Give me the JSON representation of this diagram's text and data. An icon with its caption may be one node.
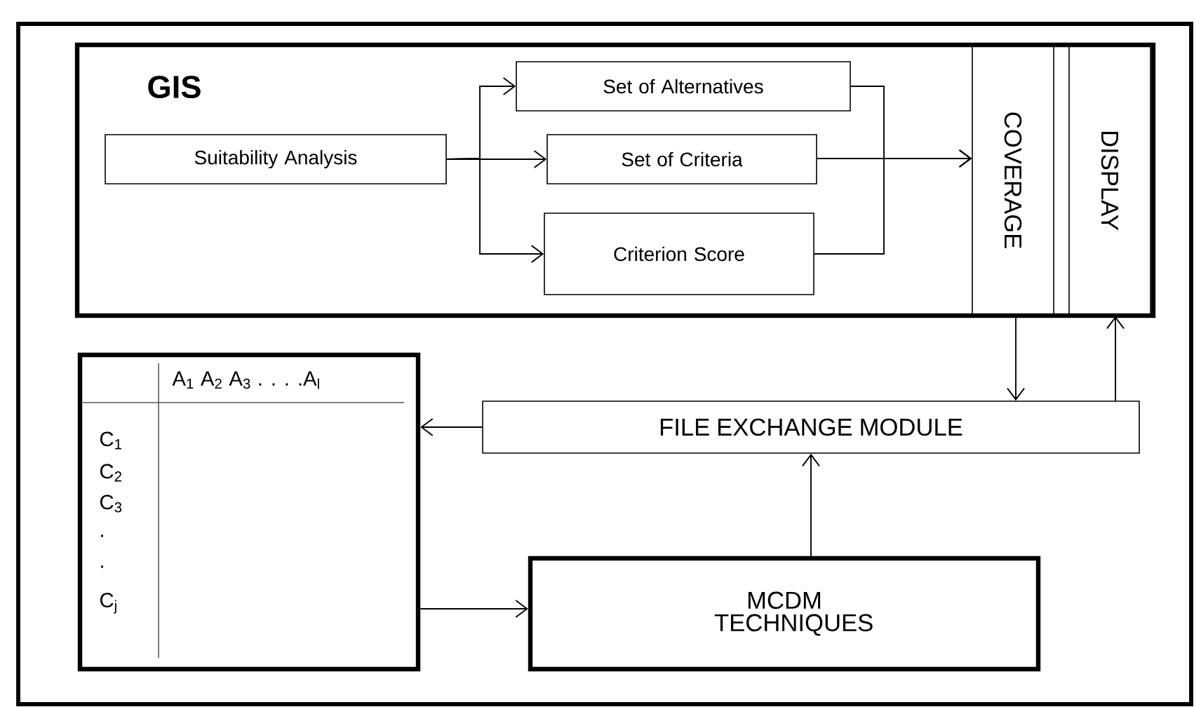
{
  "diagram": {
    "nodes": [
      {
        "text": [
          "GIS"
        ]
      },
      {
        "text": [
          "Suitability Analysis"
        ],
        "in": 0
      },
      {
        "text": [
          "Set of Alternatives"
        ],
        "in": 0
      },
      {
        "text": [
          "Set of Criteria"
        ],
        "in": 0
      },
      {
        "text": [
          "Criterion Score"
        ],
        "in": 0
      },
      {
        "text": [
          "COVERAGE"
        ],
        "in": 0
      },
      {
        "text": [
          "DISPLAY"
        ],
        "in": 0
      },
      {
        "text": [
          "A$_{1}$ A$_{2}$ A$_{3}$ . . . .A$_{l}$",
          "C$_{1}$",
          "C$_{2}$",
          "C$_{3}$",
          ".",
          ".",
          "C$_{j}$"
        ]
      },
      {
        "text": [
          "FILE EXCHANGE MODULE"
        ]
      },
      {
        "text": [
          "MCDM TECHNIQUES"
        ]
      }
    ],
    "edges": [
      {
        "from": 1,
        "to": 2,
        "arrow": "to"
      },
      {
        "from": 1,
        "to": 3,
        "arrow": "to"
      },
      {
        "from": 1,
        "to": 4,
        "arrow": "to"
      },
      {
        "from": 2,
        "to": 5,
        "arrow": "to"
      },
      {
        "from": 3,
        "to": 5,
        "arrow": "to"
      },
      {
        "from": 4,
        "to": 5,
        "arrow": "to"
      },
      {
        "from": 5,
        "to": 8,
        "arrow": "to"
      },
      {
        "from": 8,
        "to": 6,
        "arrow": "to"
      },
      {
        "from": 8,
        "to": 7,
        "arrow": "to"
      },
      {
        "from": 7,
        "to": 9,
        "arrow": "to"
      },
      {
        "from": 9,
        "to": 8,
        "arrow": "to"
      }
    ]
  }
}
